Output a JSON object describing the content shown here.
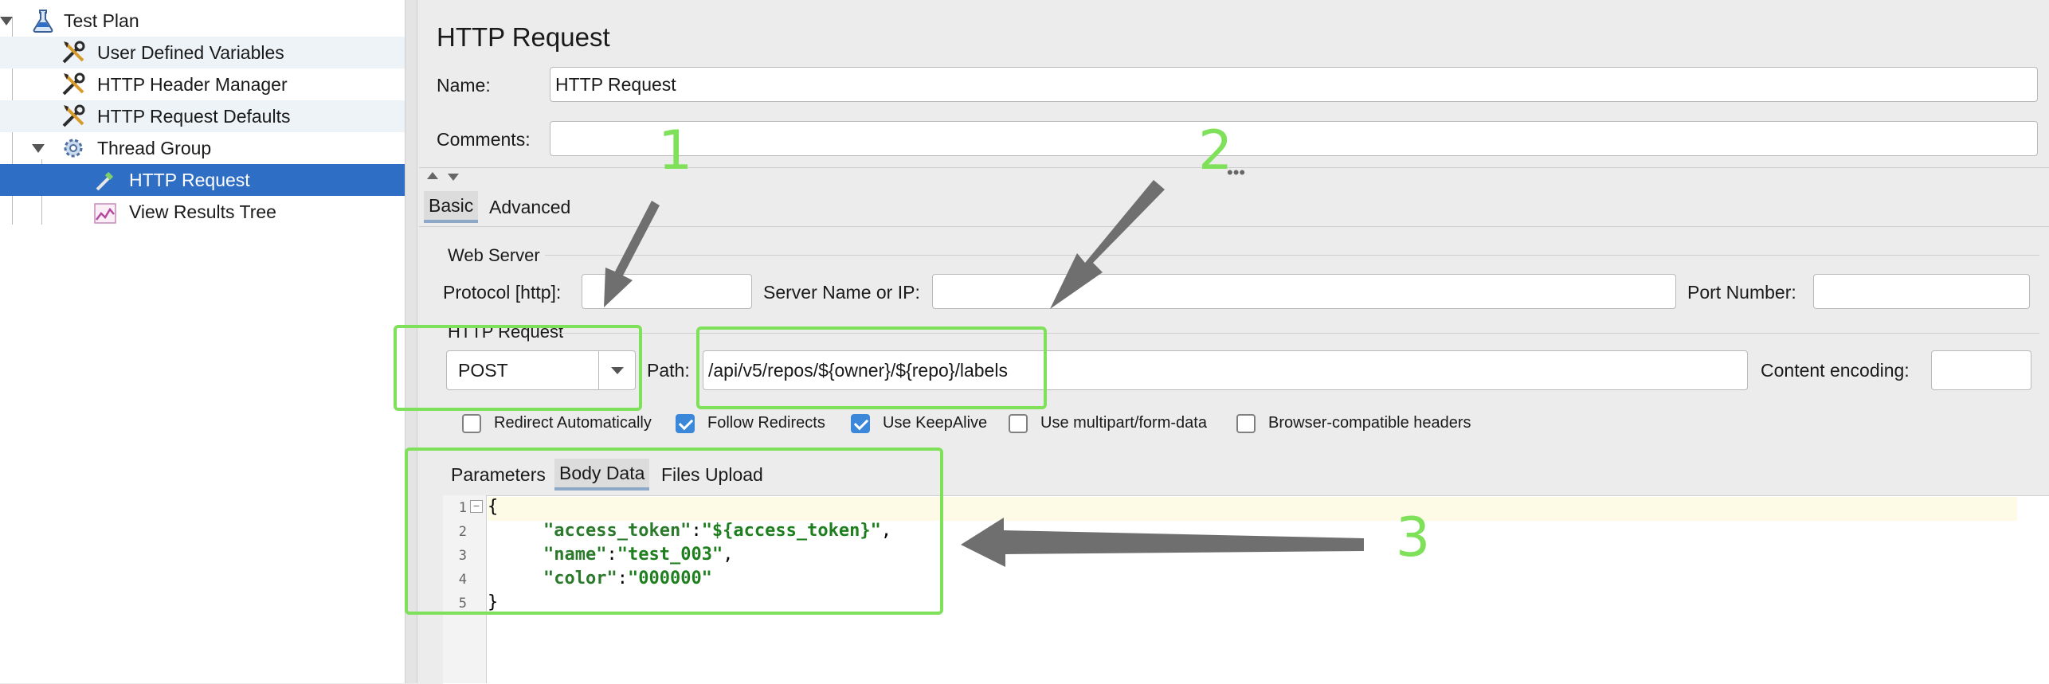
{
  "tree": {
    "items": [
      {
        "label": "Test Plan"
      },
      {
        "label": "User Defined Variables"
      },
      {
        "label": "HTTP Header Manager"
      },
      {
        "label": "HTTP Request Defaults"
      },
      {
        "label": "Thread Group"
      },
      {
        "label": "HTTP Request"
      },
      {
        "label": "View Results Tree"
      }
    ]
  },
  "panel": {
    "title": "HTTP Request",
    "name_label": "Name:",
    "name_value": "HTTP Request",
    "comments_label": "Comments:",
    "comments_value": "",
    "tabs": [
      {
        "label": "Basic"
      },
      {
        "label": "Advanced"
      }
    ]
  },
  "web_server": {
    "section_label": "Web Server",
    "protocol_label": "Protocol [http]:",
    "protocol_value": "",
    "server_label": "Server Name or IP:",
    "server_value": "",
    "port_label": "Port Number:",
    "port_value": ""
  },
  "http_request": {
    "section_label": "HTTP Request",
    "method": "POST",
    "path_label": "Path:",
    "path_value": "/api/v5/repos/${owner}/${repo}/labels",
    "encoding_label": "Content encoding:",
    "encoding_value": ""
  },
  "options": [
    {
      "label": "Redirect Automatically",
      "checked": false
    },
    {
      "label": "Follow Redirects",
      "checked": true
    },
    {
      "label": "Use KeepAlive",
      "checked": true
    },
    {
      "label": "Use multipart/form-data",
      "checked": false
    },
    {
      "label": "Browser-compatible headers",
      "checked": false
    }
  ],
  "body_tabs": [
    {
      "label": "Parameters"
    },
    {
      "label": "Body Data"
    },
    {
      "label": "Files Upload"
    }
  ],
  "body": {
    "line_numbers": [
      "1",
      "2",
      "3",
      "4",
      "5"
    ],
    "open_brace": "{",
    "close_brace": "}",
    "fields": [
      {
        "key": "\"access_token\"",
        "value": "\"${access_token}\"",
        "trail": ","
      },
      {
        "key": "\"name\"",
        "value": "\"test_003\"",
        "trail": ","
      },
      {
        "key": "\"color\"",
        "value": "\"000000\"",
        "trail": ""
      }
    ],
    "colon": ":"
  },
  "annotations": {
    "one": "1",
    "two": "2",
    "three": "3",
    "color": "#7fe05a"
  },
  "colors": {
    "selected_row": "#2f6ec5",
    "checkbox_on": "#3b87d9"
  }
}
